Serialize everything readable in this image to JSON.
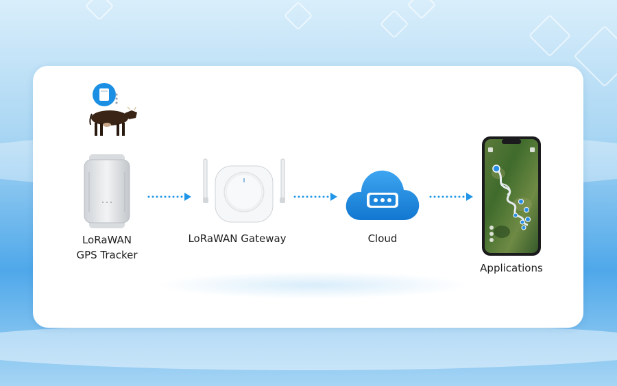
{
  "nodes": [
    {
      "label_line1": "LoRaWAN",
      "label_line2": "GPS Tracker"
    },
    {
      "label": "LoRaWAN Gateway"
    },
    {
      "label": "Cloud"
    },
    {
      "label": "Applications"
    }
  ],
  "icons": {
    "tracker_badge": "tracker-badge-icon",
    "cow": "cow-icon",
    "tracker_device": "gps-tracker-device",
    "gateway_device": "lorawan-gateway-device",
    "cloud": "cloud-server-icon",
    "phone": "smartphone-map-app",
    "arrow": "dotted-arrow-icon"
  },
  "colors": {
    "accent": "#1a8fe3",
    "arrow": "#2196e8",
    "card": "#ffffff"
  }
}
